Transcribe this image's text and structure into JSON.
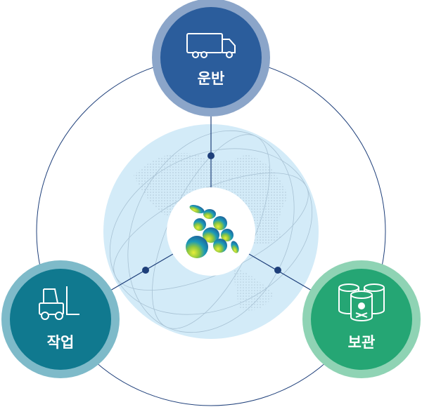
{
  "nodes": [
    {
      "id": "transport",
      "label": "운반",
      "icon": "truck-icon",
      "color": "#2b5d9c",
      "ring": "#8ba5c9"
    },
    {
      "id": "work",
      "label": "작업",
      "icon": "forklift-icon",
      "color": "#10798f",
      "ring": "#7ebac9"
    },
    {
      "id": "storage",
      "label": "보관",
      "icon": "toxic-barrels-icon",
      "color": "#25a674",
      "ring": "#8fd3b4"
    }
  ],
  "center": {
    "icon": "company-logo-icon"
  }
}
